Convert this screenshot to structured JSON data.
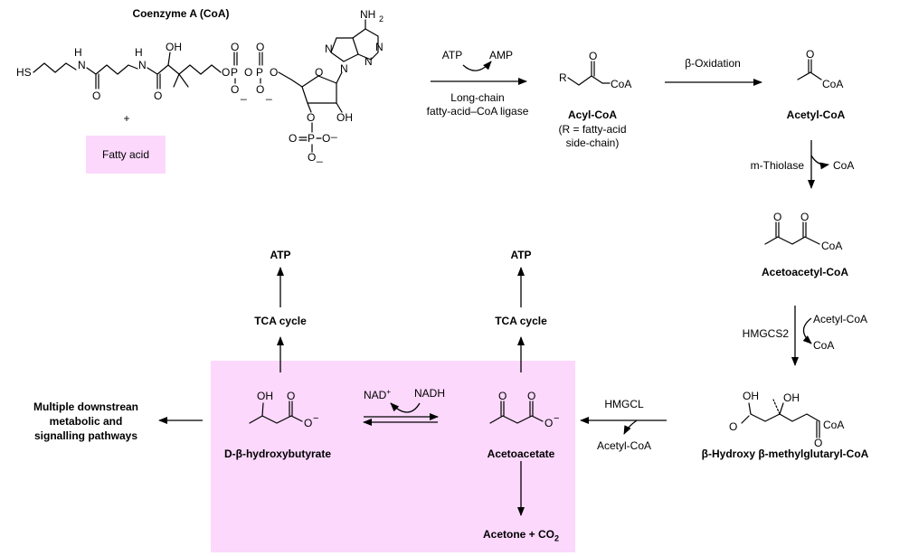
{
  "colors": {
    "highlight": "#fcd8fc"
  },
  "coa": {
    "title": "Coenzyme A (CoA)",
    "plus": "+",
    "fatty_acid": "Fatty acid",
    "atoms": {
      "sh": "HS",
      "h1": "H",
      "h2": "H",
      "n1": "N",
      "n2": "N",
      "o1": "O",
      "o2": "O",
      "oh1": "OH",
      "o3": "O",
      "o4": "O",
      "o5": "O",
      "o6": "O",
      "o7": "O",
      "oneg1": "O",
      "oneg2": "O",
      "p1": "P",
      "p2": "P",
      "nh2": "NH",
      "nh2sub": "2",
      "n3": "N",
      "n4": "N",
      "n5": "N",
      "n6": "N",
      "o8": "O",
      "oh2": "OH",
      "o9": "O",
      "o10": "O",
      "p3": "P",
      "o11": "O",
      "o12": "O",
      "minus": "_"
    }
  },
  "ligase": {
    "atp": "ATP",
    "amp": "AMP",
    "enzyme_line1": "Long-chain",
    "enzyme_line2": "fatty-acid–CoA  ligase"
  },
  "acyl_coa": {
    "r": "R",
    "o": "O",
    "coa": "CoA",
    "name": "Acyl-CoA",
    "note_line1": "(R = fatty-acid",
    "note_line2": "side-chain)"
  },
  "beta_oxidation": {
    "label": "β-Oxidation"
  },
  "acetyl_coa": {
    "o": "O",
    "coa": "CoA",
    "name": "Acetyl-CoA"
  },
  "thiolase": {
    "enzyme": "m-Thiolase",
    "coa": "CoA"
  },
  "acetoacetyl_coa": {
    "o1": "O",
    "o2": "O",
    "coa": "CoA",
    "name": "Acetoacetyl-CoA"
  },
  "hmgcs2": {
    "enzyme": "HMGCS2",
    "acetyl_coa": "Acetyl-CoA",
    "coa": "CoA"
  },
  "hmg_coa": {
    "oh1": "OH",
    "oh2": "OH",
    "o1": "O",
    "o2": "O",
    "coa": "CoA",
    "name": "β-Hydroxy  β-methylglutaryl-CoA"
  },
  "hmgcl": {
    "enzyme": "HMGCL",
    "acetyl_coa": "Acetyl-CoA"
  },
  "acetoacetate": {
    "o1": "O",
    "o2": "O",
    "oneg": "O",
    "minus": "−",
    "name": "Acetoacetate"
  },
  "bdh": {
    "nad": "NAD",
    "nad_sup": "+",
    "nadh": "NADH"
  },
  "hydroxybutyrate": {
    "oh": "OH",
    "o": "O",
    "oneg": "O",
    "minus": "−",
    "name": "D-β-hydroxybutyrate"
  },
  "acetone": {
    "text": "Acetone + CO",
    "sub": "2"
  },
  "tca_left": {
    "tca": "TCA cycle",
    "atp": "ATP"
  },
  "tca_right": {
    "tca": "TCA cycle",
    "atp": "ATP"
  },
  "downstream": {
    "line1": "Multiple downstrean",
    "line2": "metabolic and",
    "line3": "signalling pathways"
  }
}
